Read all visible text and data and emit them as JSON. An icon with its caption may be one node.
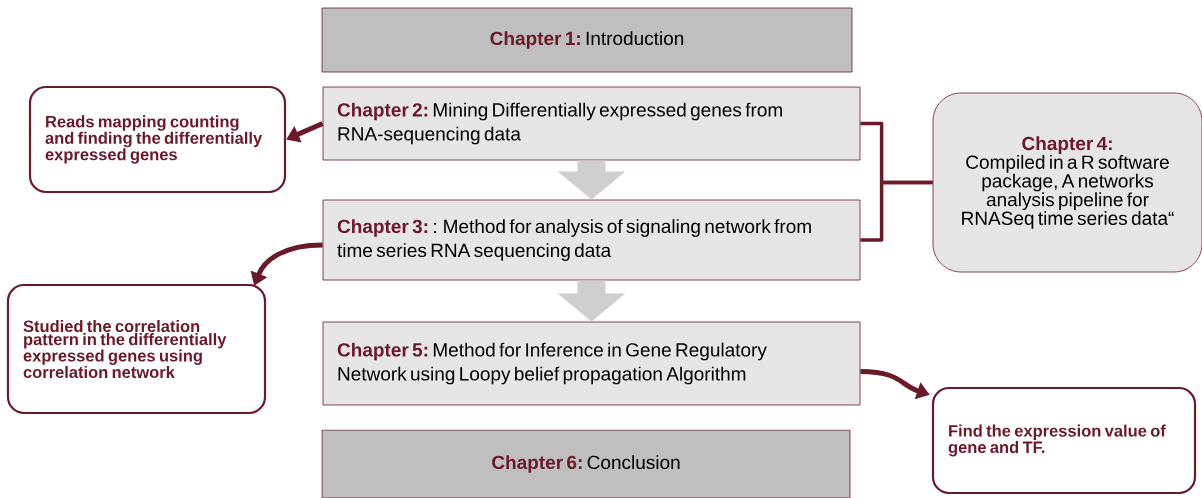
{
  "diagram": {
    "nodes": [
      {
        "text": [
          "Chapter 1:",
          "Introduction"
        ]
      },
      {
        "text": [
          "Reads mapping counting and finding the differentially expressed genes"
        ]
      },
      {
        "text": [
          "Chapter 2:",
          "Mining Differentially expressed genes from RNA-sequencing data"
        ]
      },
      {
        "text": [
          "Chapter 4:",
          "Compiled in a R software package, A networks analysis pipeline for RNASeq time series data“"
        ]
      },
      {
        "text": [
          "Chapter 3:",
          ": Method for analysis of signaling network from time series RNA sequencing data"
        ]
      },
      {
        "text": [
          "Studied the correlation pattern in the differentially expressed genes using correlation network"
        ]
      },
      {
        "text": [
          "Chapter 5:",
          "Method for Inference in Gene Regulatory Network using Loopy belief propagation Algorithm"
        ]
      },
      {
        "text": [
          "Find the expression value of gene and TF."
        ]
      },
      {
        "text": [
          "Chapter 6:",
          "Conclusion"
        ]
      }
    ],
    "edges": [
      {
        "from": 2,
        "to": 1,
        "arrow": "to"
      },
      {
        "from": 2,
        "to": 4,
        "arrow": "to",
        "style": "thick",
        "color": "#cfcfcf"
      },
      {
        "from": 2,
        "to": 3,
        "arrow": "none"
      },
      {
        "from": 4,
        "to": 3,
        "arrow": "none"
      },
      {
        "from": 4,
        "to": 5,
        "arrow": "to"
      },
      {
        "from": 4,
        "to": 6,
        "arrow": "to",
        "style": "thick",
        "color": "#cfcfcf"
      },
      {
        "from": 6,
        "to": 7,
        "arrow": "to"
      }
    ]
  }
}
